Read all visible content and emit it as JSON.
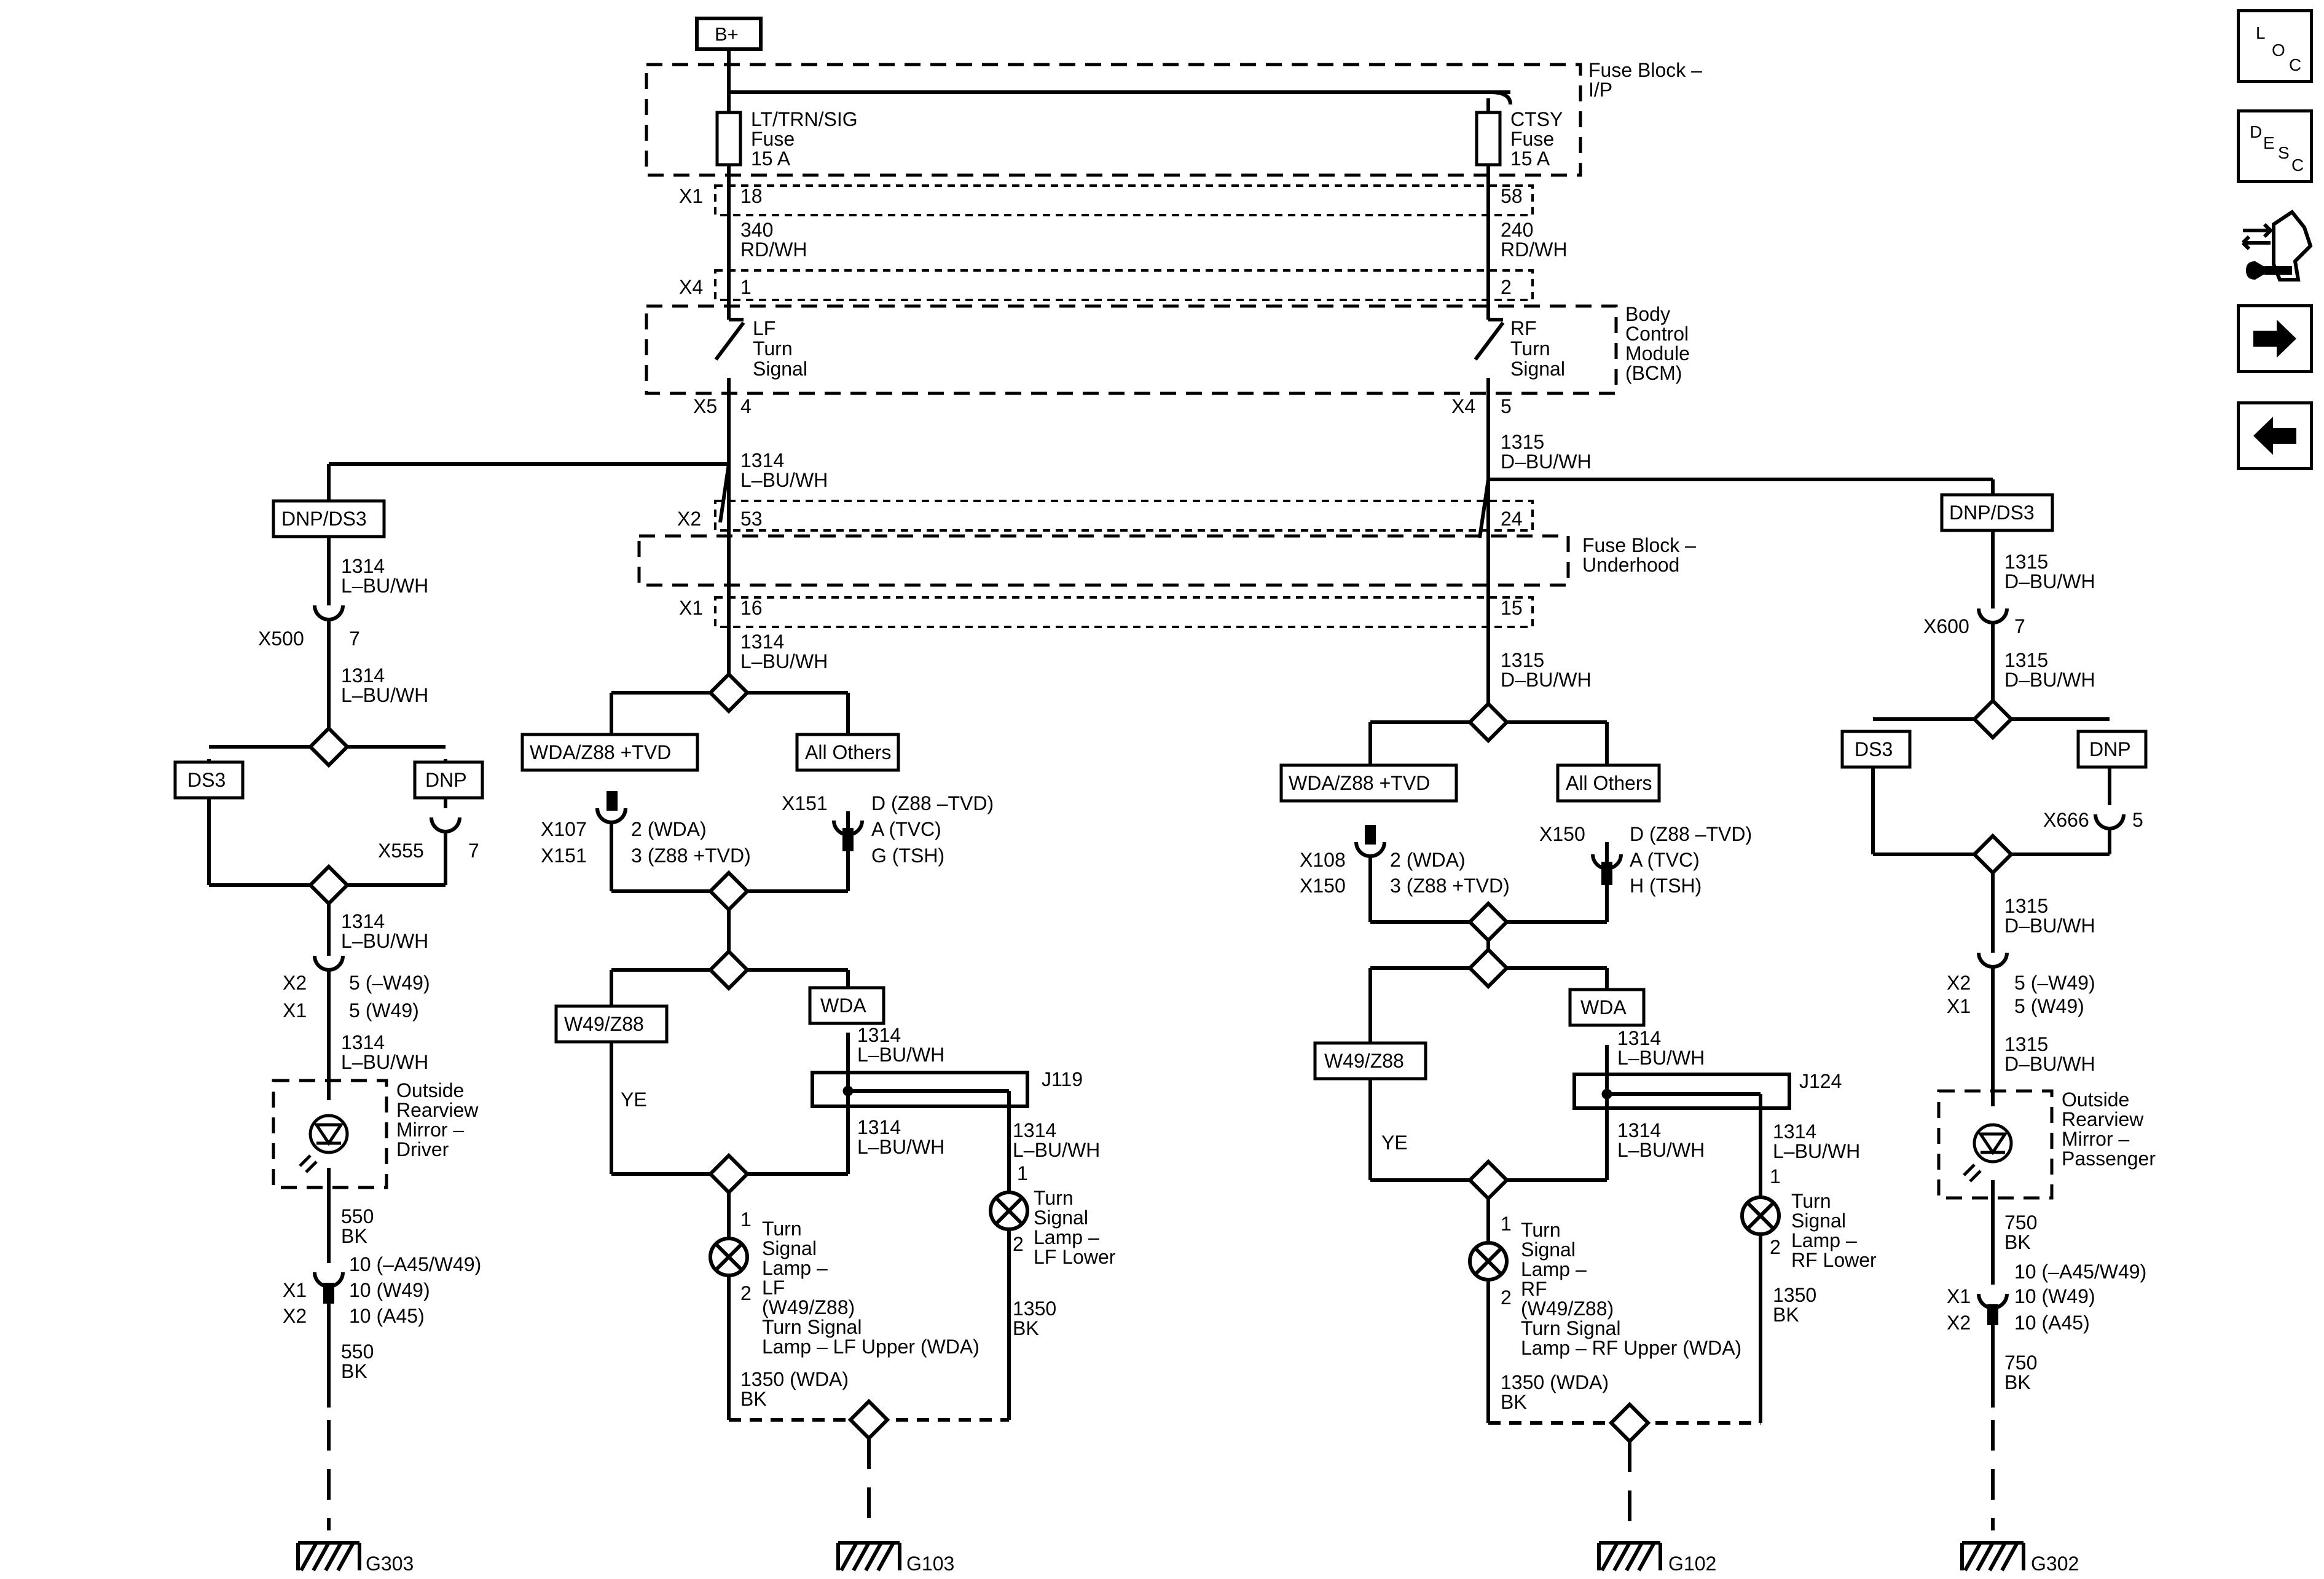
{
  "source": {
    "label": "B+"
  },
  "fuse_block_ip": {
    "label_l1": "Fuse Block –",
    "label_l2": "I/P"
  },
  "fuse_left": {
    "l1": "LT/TRN/SIG",
    "l2": "Fuse",
    "l3": "15 A"
  },
  "fuse_right": {
    "l1": "CTSY",
    "l2": "Fuse",
    "l3": "15 A"
  },
  "conn_x1_top": {
    "name": "X1",
    "pin_left": "18",
    "pin_right": "58"
  },
  "wire_340": {
    "num": "340",
    "color": "RD/WH"
  },
  "wire_240": {
    "num": "240",
    "color": "RD/WH"
  },
  "conn_x4_top": {
    "name": "X4",
    "pin_left": "1",
    "pin_right": "2"
  },
  "bcm": {
    "l1": "Body",
    "l2": "Control",
    "l3": "Module",
    "l4": "(BCM)"
  },
  "lf_switch": {
    "l1": "LF",
    "l2": "Turn",
    "l3": "Signal"
  },
  "rf_switch": {
    "l1": "RF",
    "l2": "Turn",
    "l3": "Signal"
  },
  "conn_x5": {
    "name": "X5",
    "pin": "4"
  },
  "conn_x4_bcm": {
    "name": "X4",
    "pin": "5"
  },
  "wire_1314": {
    "num": "1314",
    "color": "L–BU/WH"
  },
  "wire_1315": {
    "num": "1315",
    "color": "D–BU/WH"
  },
  "option_dnp_ds3": "DNP/DS3",
  "conn_x2_underhood": {
    "name": "X2",
    "pin_left": "53",
    "pin_right": "24"
  },
  "fuse_block_uh": {
    "l1": "Fuse Block –",
    "l2": "Underhood"
  },
  "conn_x1_underhood": {
    "name": "X1",
    "pin_left": "16",
    "pin_right": "15"
  },
  "x500": {
    "name": "X500",
    "pin": "7"
  },
  "x555": {
    "name": "X555",
    "pin": "7"
  },
  "x600": {
    "name": "X600",
    "pin": "7"
  },
  "x666": {
    "name": "X666",
    "pin": "5"
  },
  "opt_ds3": "DS3",
  "opt_dnp": "DNP",
  "opt_wda_z88_tvd": "WDA/Z88 +TVD",
  "opt_all_others": "All Others",
  "opt_w49_z88": "W49/Z88",
  "opt_wda": "WDA",
  "left_x107": {
    "n1": "X107",
    "n2": "X151",
    "p1": "2 (WDA)",
    "p2": "3 (Z88 +TVD)"
  },
  "left_x151": {
    "name": "X151",
    "p1": "D (Z88 –TVD)",
    "p2": "A (TVC)",
    "p3": "G (TSH)"
  },
  "right_x108": {
    "n1": "X108",
    "n2": "X150",
    "p1": "2 (WDA)",
    "p2": "3 (Z88 +TVD)"
  },
  "right_x150": {
    "name": "X150",
    "p1": "D (Z88 –TVD)",
    "p2": "A (TVC)",
    "p3": "H (TSH)"
  },
  "mirror_conn": {
    "n1": "X2",
    "n2": "X1",
    "p1": "5 (–W49)",
    "p2": "5 (W49)"
  },
  "mirror_driver": {
    "l1": "Outside",
    "l2": "Rearview",
    "l3": "Mirror –",
    "l4": "Driver"
  },
  "mirror_pass": {
    "l1": "Outside",
    "l2": "Rearview",
    "l3": "Mirror –",
    "l4": "Passenger"
  },
  "ground_conn": {
    "n1": "X1",
    "n2": "X2",
    "p1": "10 (–A45/W49)",
    "p2": "10 (W49)",
    "p3": "10 (A45)"
  },
  "wire_550": {
    "num": "550",
    "color": "BK"
  },
  "wire_750": {
    "num": "750",
    "color": "BK"
  },
  "wire_1350": {
    "num": "1350",
    "color": "BK"
  },
  "wire_1350_wda": {
    "num": "1350 (WDA)",
    "color": "BK"
  },
  "wire_ye": "YE",
  "j119": "J119",
  "j124": "J124",
  "pin_1": "1",
  "pin_2": "2",
  "lamp_lf": {
    "l1": "Turn",
    "l2": "Signal",
    "l3": "Lamp –",
    "l4": "LF",
    "l5": "(W49/Z88)",
    "l6": "Turn Signal",
    "l7": "Lamp – LF Upper (WDA)"
  },
  "lamp_rf": {
    "l1": "Turn",
    "l2": "Signal",
    "l3": "Lamp –",
    "l4": "RF",
    "l5": "(W49/Z88)",
    "l6": "Turn Signal",
    "l7": "Lamp – RF Upper (WDA)"
  },
  "lamp_lf_lower": {
    "l1": "Turn",
    "l2": "Signal",
    "l3": "Lamp –",
    "l4": "LF Lower"
  },
  "lamp_rf_lower": {
    "l1": "Turn",
    "l2": "Signal",
    "l3": "Lamp –",
    "l4": "RF Lower"
  },
  "grounds": {
    "g303": "G303",
    "g103": "G103",
    "g102": "G102",
    "g302": "G302"
  },
  "nav": {
    "loc": {
      "a": "L",
      "b": "O",
      "c": "C"
    },
    "desc": {
      "a": "D",
      "b": "E",
      "c": "S",
      "d": "C"
    },
    "service_icon": "service-tools-icon",
    "next_icon": "arrow-right-icon",
    "prev_icon": "arrow-left-icon"
  }
}
